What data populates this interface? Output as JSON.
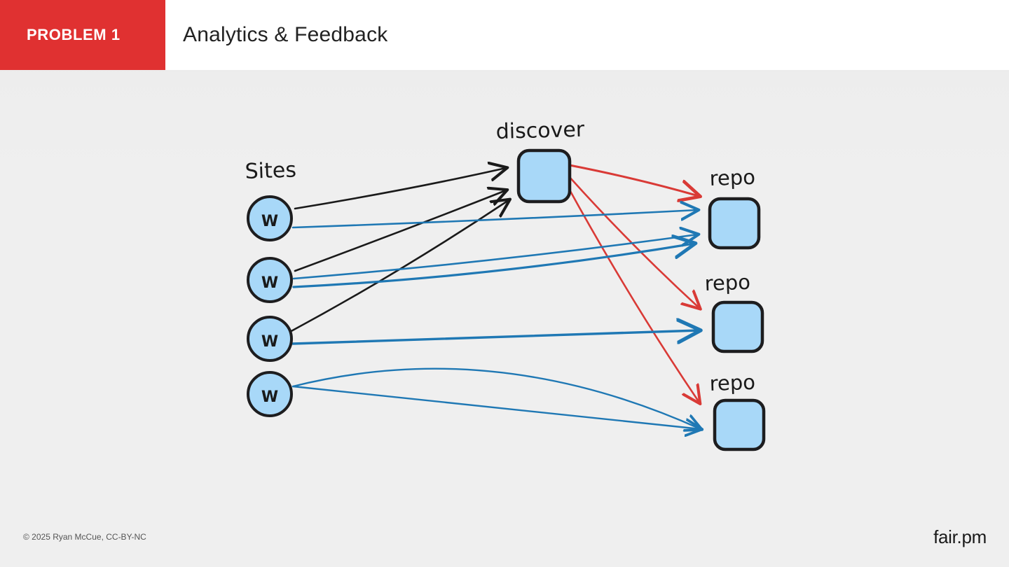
{
  "header": {
    "badge_label": "PROBLEM 1",
    "title": "Analytics & Feedback",
    "badge_color": "#e03131",
    "background": "#ffffff"
  },
  "diagram": {
    "labels": {
      "sites": "Sites",
      "discover": "discover",
      "repo_1": "repo",
      "repo_2": "repo",
      "repo_3": "repo"
    },
    "site_nodes": [
      {
        "label": "W",
        "name": "site-node-1"
      },
      {
        "label": "W",
        "name": "site-node-2"
      },
      {
        "label": "W",
        "name": "site-node-3"
      },
      {
        "label": "W",
        "name": "site-node-4"
      }
    ],
    "colors": {
      "node_fill": "#a8d8f8",
      "node_stroke": "#1d1d1f",
      "black_arrow": "#1a1a1a",
      "blue_arrow": "#1f78b4",
      "red_arrow": "#d93a36"
    },
    "edges": [
      {
        "from": "site-node-1",
        "to": "discover",
        "color": "black"
      },
      {
        "from": "site-node-2",
        "to": "discover",
        "color": "black"
      },
      {
        "from": "site-node-3",
        "to": "discover",
        "color": "black"
      },
      {
        "from": "site-node-1",
        "to": "repo-1",
        "color": "blue"
      },
      {
        "from": "site-node-2",
        "to": "repo-1",
        "color": "blue"
      },
      {
        "from": "site-node-2",
        "to": "repo-1",
        "color": "blue"
      },
      {
        "from": "site-node-3",
        "to": "repo-2",
        "color": "blue"
      },
      {
        "from": "site-node-4",
        "to": "repo-3",
        "color": "blue"
      },
      {
        "from": "discover",
        "to": "repo-1",
        "color": "red"
      },
      {
        "from": "discover",
        "to": "repo-2",
        "color": "red"
      },
      {
        "from": "discover",
        "to": "repo-3",
        "color": "red"
      }
    ]
  },
  "footer": {
    "copyright": "© 2025 Ryan McCue, CC-BY-NC",
    "brand": "fair.pm"
  }
}
